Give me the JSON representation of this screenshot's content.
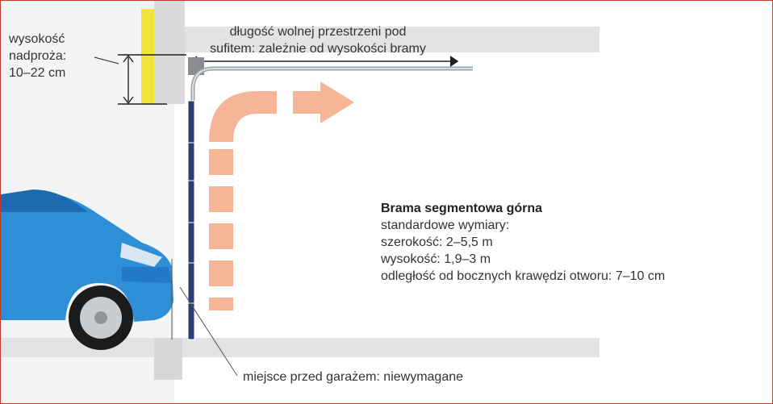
{
  "colors": {
    "frame_border": "#c0392b",
    "wall_gray": "#e2e3e4",
    "lintel_yellow": "#f1e33b",
    "door_panels": "#2b3c72",
    "arrow_salmon": "#f6b596",
    "car_blue": "#2f8fd6"
  },
  "lintel": {
    "line1": "wysokość",
    "line2": "nadproża:",
    "line3": "10–22 cm"
  },
  "ceiling": {
    "line1": "długość wolnej przestrzeni pod",
    "line2": "sufitem: zależnie od wysokości bramy"
  },
  "info": {
    "title": "Brama segmentowa górna",
    "line1": "standardowe wymiary:",
    "line2": "szerokość: 2–5,5 m",
    "line3": "wysokość: 1,9–3 m",
    "line4": "odległość od bocznych krawędzi otworu: 7–10 cm"
  },
  "front": {
    "label": "miejsce przed garażem: niewymagane"
  },
  "icons": [
    "car-icon",
    "lintel-dimension-icon",
    "ceiling-dimension-icon",
    "motion-arrow-icon"
  ]
}
